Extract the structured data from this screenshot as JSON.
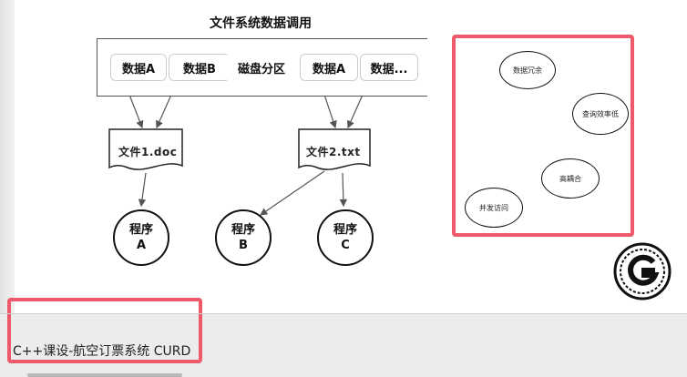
{
  "diagram": {
    "title": "文件系统数据调用",
    "partition": {
      "cells": [
        "数据A",
        "数据B",
        "磁盘分区",
        "数据A",
        "数据..."
      ]
    },
    "files": [
      "文件1.doc",
      "文件2.txt"
    ],
    "programs": [
      {
        "line1": "程序",
        "line2": "A"
      },
      {
        "line1": "程序",
        "line2": "B"
      },
      {
        "line1": "程序",
        "line2": "C"
      }
    ]
  },
  "issues": {
    "items": [
      "数据冗余",
      "查询效率低",
      "高耦合",
      "并发访问"
    ]
  },
  "annotation_color": "#ee5a6a",
  "course": {
    "caption": "C++课设-航空订票系统 CURD"
  }
}
